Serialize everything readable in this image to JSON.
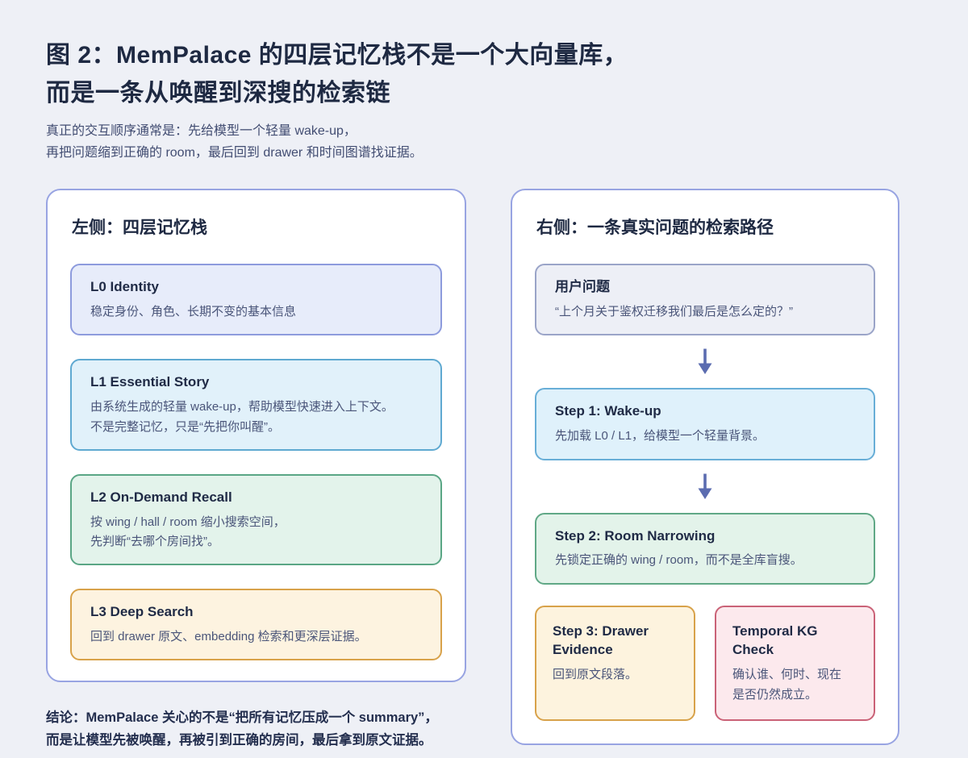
{
  "page": {
    "background": "#eef0f6",
    "title_line1": "图 2：MemPalace 的四层记忆栈不是一个大向量库，",
    "title_line2": "而是一条从唤醒到深搜的检索链",
    "subtitle_line1": "真正的交互顺序通常是：先给模型一个轻量 wake-up，",
    "subtitle_line2": "再把问题缩到正确的 room，最后回到 drawer 和时间图谱找证据。",
    "conclusion_line1": "结论：MemPalace 关心的不是“把所有记忆压成一个 summary”，",
    "conclusion_line2": "而是让模型先被唤醒，再被引到正确的房间，最后拿到原文证据。",
    "panel_border_color": "#98a4e2"
  },
  "left_panel": {
    "header": "左侧：四层记忆栈",
    "cards": [
      {
        "title": "L0 Identity",
        "line1": "稳定身份、角色、长期不变的基本信息",
        "bg": "#e7ecfa",
        "border": "#8d9bdd"
      },
      {
        "title": "L1 Essential Story",
        "line1": "由系统生成的轻量 wake-up，帮助模型快速进入上下文。",
        "line2": "不是完整记忆，只是“先把你叫醒”。",
        "bg": "#e1f1fa",
        "border": "#5fa9d1"
      },
      {
        "title": "L2 On-Demand Recall",
        "line1": "按 wing / hall / room 缩小搜索空间，",
        "line2": "先判断“去哪个房间找”。",
        "bg": "#e3f3eb",
        "border": "#5aa685"
      },
      {
        "title": "L3 Deep Search",
        "line1": "回到 drawer 原文、embedding 检索和更深层证据。",
        "bg": "#fdf3e0",
        "border": "#d8a24a"
      }
    ]
  },
  "right_panel": {
    "header": "右侧：一条真实问题的检索路径",
    "arrow": {
      "icon": "down-arrow-icon",
      "color": "#5b6cb0"
    },
    "nodes": [
      {
        "title": "用户问题",
        "line1": "“上个月关于鉴权迁移我们最后是怎么定的？”",
        "bg": "#edeff6",
        "border": "#9aa4c8"
      },
      {
        "title": "Step 1: Wake-up",
        "line1": "先加载 L0 / L1，给模型一个轻量背景。",
        "bg": "#dff1fb",
        "border": "#68aed7"
      },
      {
        "title": "Step 2: Room Narrowing",
        "line1": "先锁定正确的 wing / room，而不是全库盲搜。",
        "bg": "#e3f3ea",
        "border": "#60a886"
      },
      {
        "title": "Step 3: Drawer Evidence",
        "line1": "回到原文段落。",
        "bg": "#fdf3de",
        "border": "#d8a24a"
      },
      {
        "title": "Temporal KG Check",
        "line1": "确认谁、何时、现在",
        "line2": "是否仍然成立。",
        "bg": "#fce9ed",
        "border": "#ca6277"
      }
    ]
  }
}
